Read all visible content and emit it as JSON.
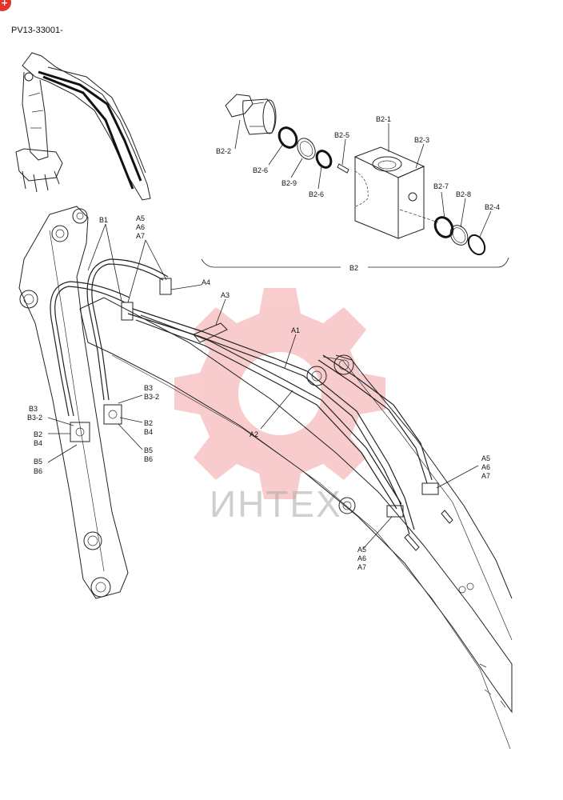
{
  "document": {
    "code": "PV13-33001-"
  },
  "watermark": {
    "text": "ИНТЕХ",
    "color": "#e94d4d"
  },
  "badge": {
    "color": "#e3342f",
    "symbol": "+"
  },
  "callouts": {
    "b2_2": "B2-2",
    "b2_6a": "B2-6",
    "b2_9": "B2-9",
    "b2_6b": "B2-6",
    "b2_5": "B2-5",
    "b2_1": "B2-1",
    "b2_3": "B2-3",
    "b2_7": "B2-7",
    "b2_8": "B2-8",
    "b2_4": "B2-4",
    "b2_group": "B2",
    "b1": "B1",
    "a5_top": "A5",
    "a6_top": "A6",
    "a7_top": "A7",
    "a4": "A4",
    "a3": "A3",
    "a1": "A1",
    "a2": "A2",
    "b3_left": "B3",
    "b3_2_left": "B3-2",
    "b2_left": "B2",
    "b4_left": "B4",
    "b5_left": "B5",
    "b6_left": "B6",
    "b3_mid": "B3",
    "b3_2_mid": "B3-2",
    "b2_mid": "B2",
    "b4_mid": "B4",
    "b5_mid": "B5",
    "b6_mid": "B6",
    "a5_right": "A5",
    "a6_right": "A6",
    "a7_right": "A7",
    "a5_bottom": "A5",
    "a6_bottom": "A6",
    "a7_bottom": "A7"
  }
}
